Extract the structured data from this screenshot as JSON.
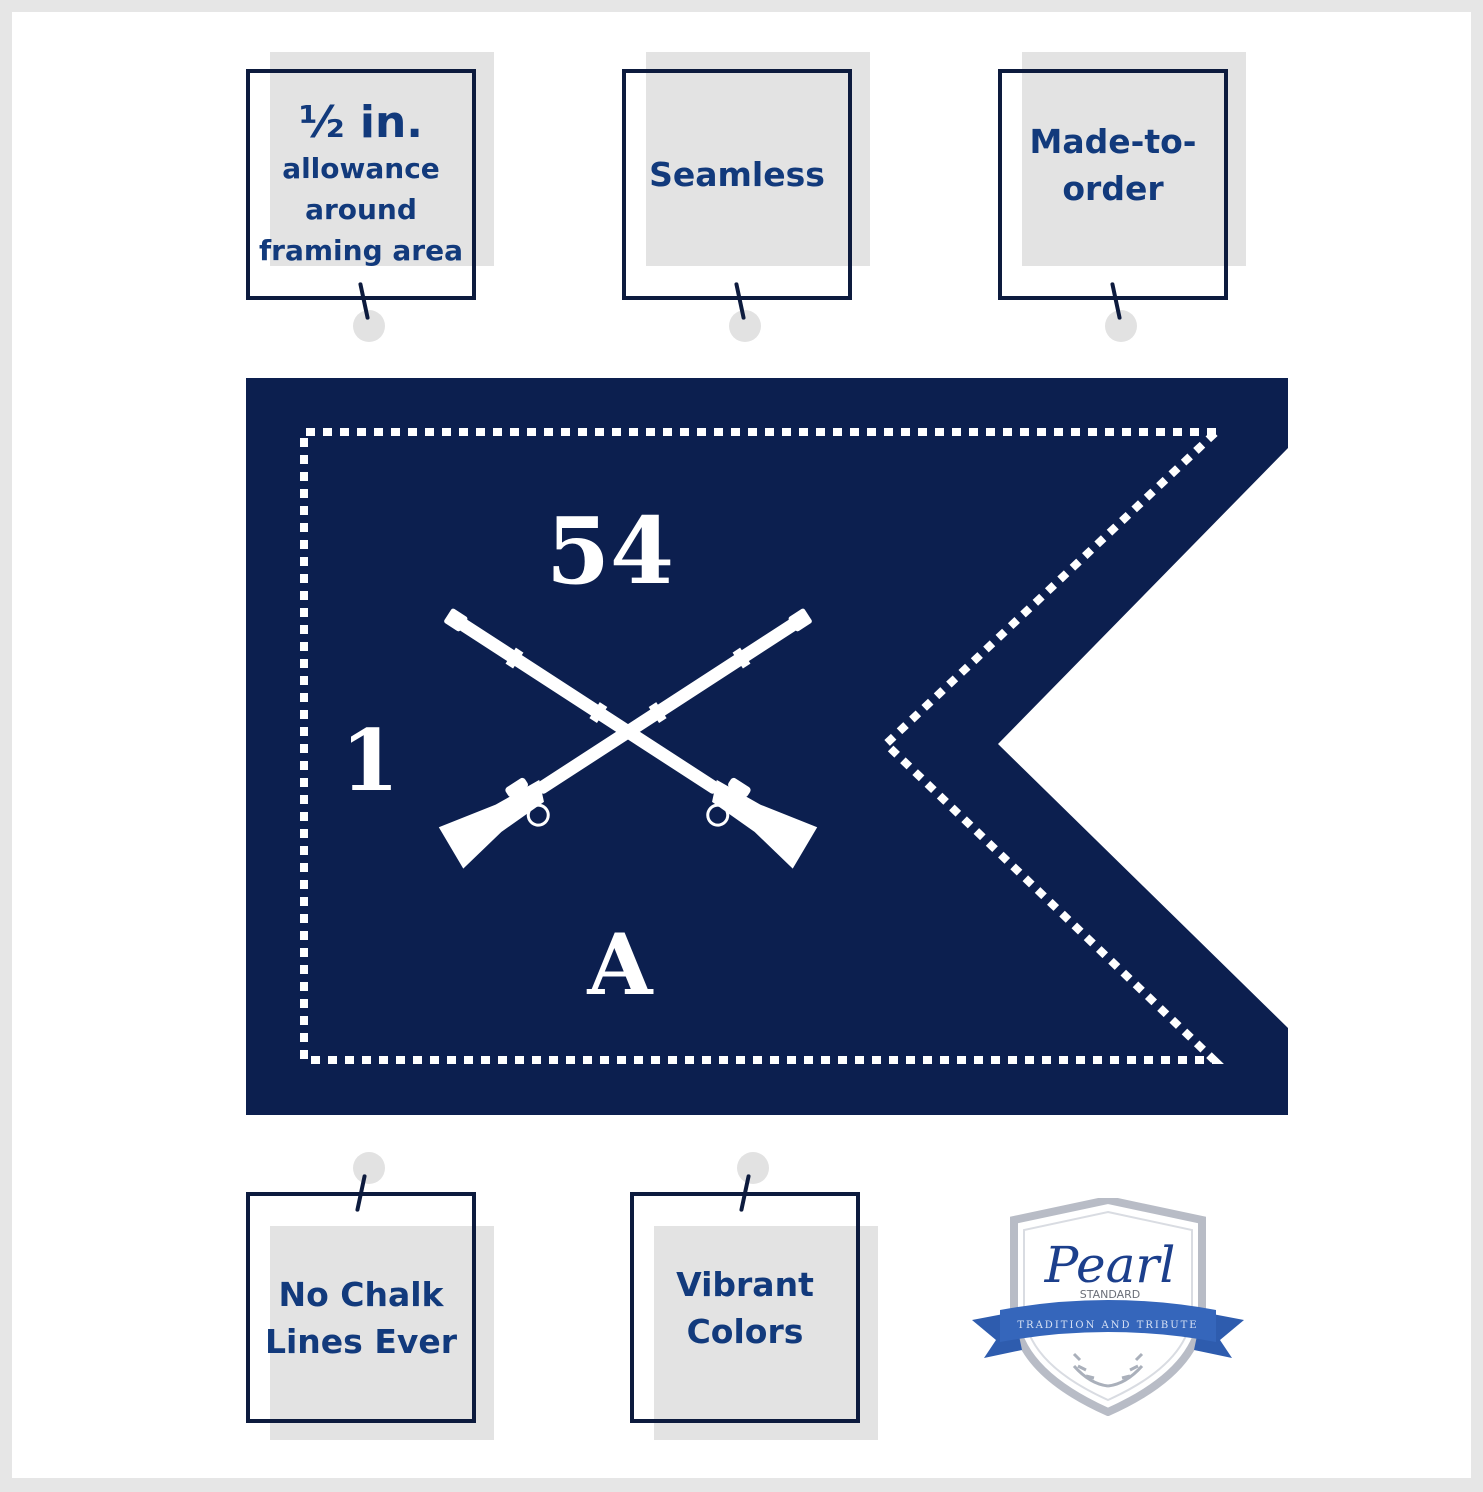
{
  "callouts": {
    "allowance": {
      "headline": "½ in.",
      "lines": [
        "allowance",
        "around",
        "framing area"
      ]
    },
    "seamless": {
      "label": "Seamless"
    },
    "made_to_order": {
      "lines": [
        "Made-to-",
        "order"
      ]
    },
    "no_chalk": {
      "lines": [
        "No Chalk",
        "Lines Ever"
      ]
    },
    "vibrant": {
      "lines": [
        "Vibrant",
        "Colors"
      ]
    }
  },
  "flag": {
    "top_number": "54",
    "left_number": "1",
    "bottom_letter": "A",
    "emblem": "crossed-rifles-icon",
    "color": "#0c1f4f"
  },
  "logo": {
    "brand": "Pearl",
    "sub": "STANDARD",
    "ribbon": "TRADITION AND TRIBUTE"
  },
  "colors": {
    "text": "#123a7c",
    "border": "#0d1b3e",
    "flag": "#0c1f4f"
  }
}
